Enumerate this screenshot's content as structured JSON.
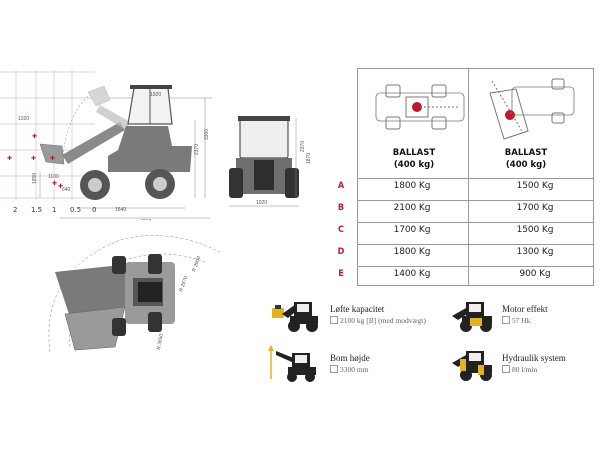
{
  "side_view": {
    "x_scale": [
      "2",
      "1.5",
      "1",
      "0.5",
      "0"
    ],
    "dim_labels": [
      "1920",
      "3300",
      "2370",
      "1640",
      "3910",
      "1850",
      "1320",
      "1100",
      "640"
    ]
  },
  "front_view": {
    "dim_labels": [
      "2370",
      "1870",
      "1020"
    ]
  },
  "top_view": {
    "dim_labels": [
      "R 2800",
      "R 2970",
      "R 3650"
    ]
  },
  "table": {
    "headers": [
      {
        "line1": "BALLAST",
        "line2": "(400 kg)"
      },
      {
        "line1": "BALLAST",
        "line2": "(400 kg)"
      }
    ],
    "rows": [
      {
        "label": "A",
        "straight": "1800 Kg",
        "turned": "1500 Kg"
      },
      {
        "label": "B",
        "straight": "2100 Kg",
        "turned": "1700 Kg"
      },
      {
        "label": "C",
        "straight": "1700 Kg",
        "turned": "1500 Kg"
      },
      {
        "label": "D",
        "straight": "1800 Kg",
        "turned": "1300 Kg"
      },
      {
        "label": "E",
        "straight": "1400 Kg",
        "turned": "900 Kg"
      }
    ]
  },
  "specs": [
    {
      "title": "Løfte kapacitet",
      "value": "2100 kg [B] (med modvægt)",
      "icon": "loader-weight-icon"
    },
    {
      "title": "Motor effekt",
      "value": "57 Hk",
      "icon": "loader-engine-icon"
    },
    {
      "title": "Bom højde",
      "value": "3300 mm",
      "icon": "loader-boom-height-icon"
    },
    {
      "title": "Hydraulik system",
      "value": "80 l/min",
      "icon": "loader-hydraulic-icon"
    }
  ],
  "colors": {
    "accent_red": "#c2182b",
    "icon_yellow": "#e2b21f",
    "machine_gray": "#6b6b6b"
  }
}
